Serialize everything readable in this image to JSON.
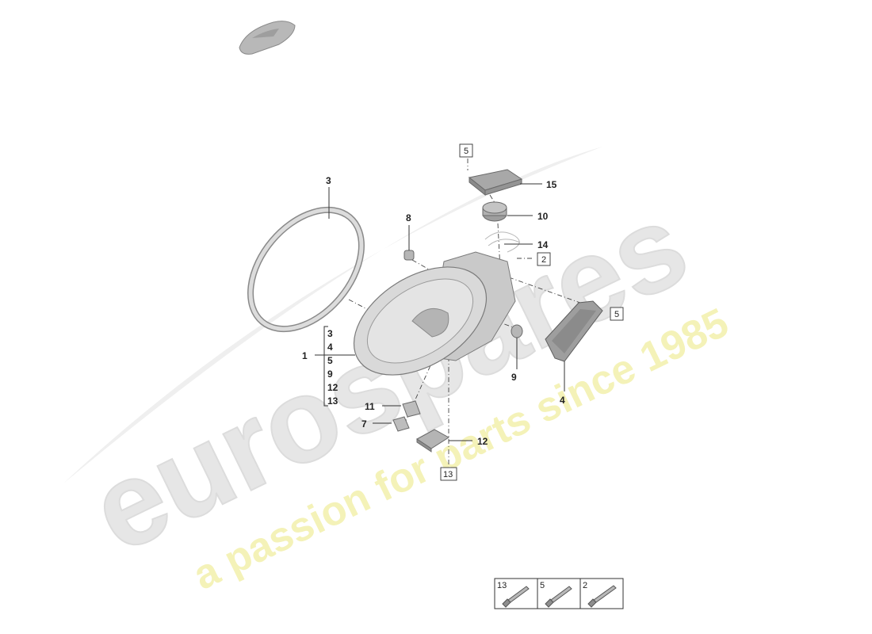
{
  "watermark": {
    "brand": "eurospares",
    "tagline": "a passion for parts since 1985",
    "brand_color": "#e6e6e6",
    "tagline_color": "#f4f2b8"
  },
  "callouts": {
    "c1": "1",
    "c3": "3",
    "c4": "4",
    "c7": "7",
    "c8": "8",
    "c9": "9",
    "c10": "10",
    "c11": "11",
    "c12": "12",
    "c14": "14",
    "c15": "15"
  },
  "boxed_refs": {
    "top5": "5",
    "right2": "2",
    "right5": "5",
    "bottom13": "13"
  },
  "assembly_group": {
    "items": [
      "3",
      "4",
      "5",
      "9",
      "12",
      "13"
    ]
  },
  "fastener_legend": [
    {
      "number": "13",
      "icon": "screw-icon"
    },
    {
      "number": "5",
      "icon": "screw-icon"
    },
    {
      "number": "2",
      "icon": "screw-icon"
    }
  ],
  "colors": {
    "line": "#333333",
    "part_fill": "#d9d9d9",
    "part_stroke": "#7a7a7a"
  }
}
